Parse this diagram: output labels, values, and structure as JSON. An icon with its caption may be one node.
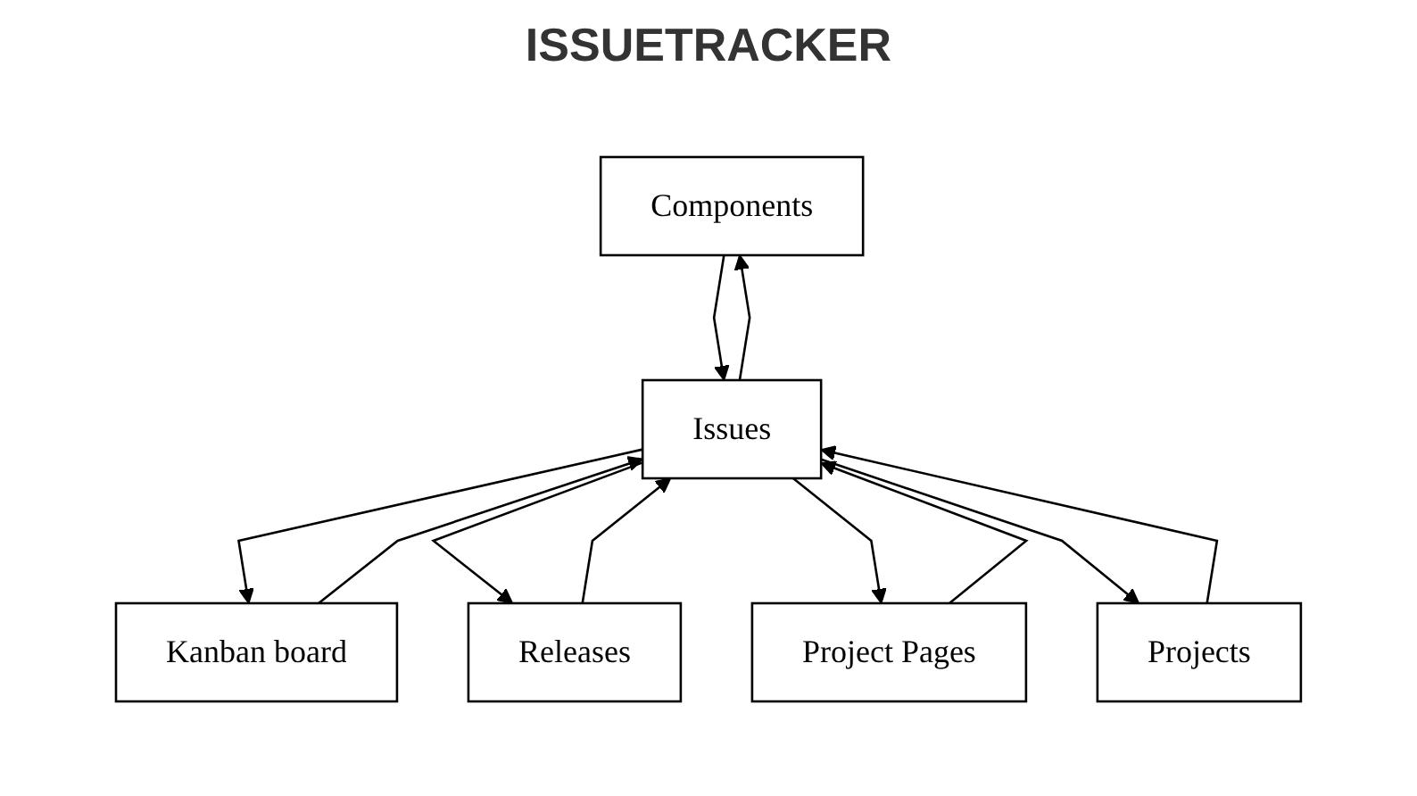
{
  "diagram": {
    "title": "ISSUETRACKER",
    "nodes": [
      {
        "text": [
          "Components"
        ]
      },
      {
        "text": [
          "Issues"
        ]
      },
      {
        "text": [
          "Kanban board"
        ]
      },
      {
        "text": [
          "Releases"
        ]
      },
      {
        "text": [
          "Project Pages"
        ]
      },
      {
        "text": [
          "Projects"
        ]
      }
    ],
    "edges": [
      {
        "from": 0,
        "to": 1,
        "arrow": "to"
      },
      {
        "from": 1,
        "to": 0,
        "arrow": "to"
      },
      {
        "from": 1,
        "to": 2,
        "arrow": "to"
      },
      {
        "from": 2,
        "to": 1,
        "arrow": "to"
      },
      {
        "from": 1,
        "to": 3,
        "arrow": "to"
      },
      {
        "from": 3,
        "to": 1,
        "arrow": "to"
      },
      {
        "from": 1,
        "to": 4,
        "arrow": "to"
      },
      {
        "from": 4,
        "to": 1,
        "arrow": "to"
      },
      {
        "from": 1,
        "to": 5,
        "arrow": "to"
      },
      {
        "from": 5,
        "to": 1,
        "arrow": "to"
      }
    ]
  }
}
